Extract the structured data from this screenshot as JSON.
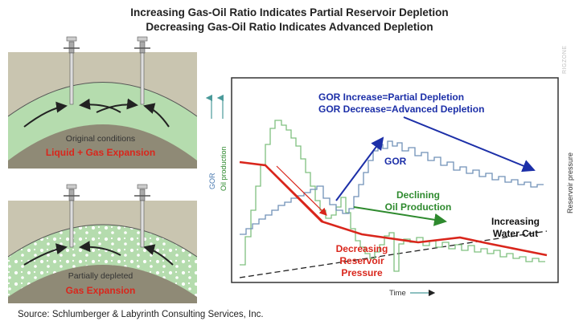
{
  "header": {
    "title_line1": "Increasing Gas-Oil Ratio Indicates Partial Reservoir Depletion",
    "title_line2": "Decreasing Gas-Oil Ratio Indicates Advanced Depletion"
  },
  "left_panels": {
    "top": {
      "caption": "Original conditions",
      "label": "Liquid + Gas Expansion"
    },
    "bottom": {
      "caption": "Partially depleted",
      "label": "Gas Expansion"
    }
  },
  "chart": {
    "y_left_labels": [
      "GOR",
      "Oil production"
    ],
    "y_right_label": "Reservoir pressure",
    "x_label": "Time",
    "annotations": {
      "gor_line1": "GOR Increase=Partial Depletion",
      "gor_line2": "GOR Decrease=Advanced Depletion",
      "gor_curve": "GOR",
      "oil_line1": "Declining",
      "oil_line2": "Oil Production",
      "pressure_line1": "Decreasing",
      "pressure_line2": "Reservoir",
      "pressure_line3": "Pressure",
      "water_line1": "Increasing",
      "water_line2": "Water Cut"
    }
  },
  "watermark": "RIGZONE",
  "source": "Source: Schlumberger & Labyrinth Consulting Services, Inc.",
  "colors": {
    "red": "#d9261c",
    "blue": "#1c2fa8",
    "green": "#2e8a2e",
    "gor_curve": "#7191b8",
    "oil_curve": "#7fc07f",
    "reservoir_fill": "#b5dcae",
    "rock": "#8f8a76"
  }
}
